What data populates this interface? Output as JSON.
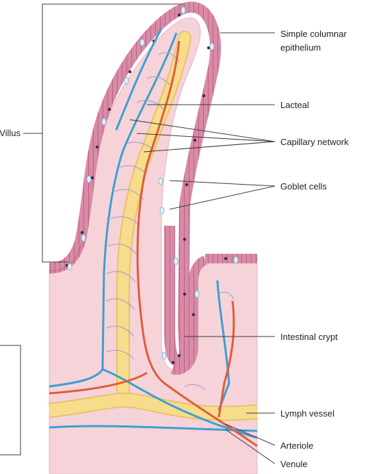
{
  "labels": {
    "villus": "Villus",
    "epithelium_line1": "Simple columnar",
    "epithelium_line2": "epithelium",
    "lacteal": "Lacteal",
    "capillary_network": "Capillary network",
    "goblet_cells": "Goblet cells",
    "intestinal_crypt": "Intestinal crypt",
    "lymph_vessel": "Lymph vessel",
    "arteriole": "Arteriole",
    "venule": "Venule"
  },
  "colors": {
    "epithelium": "#d98aa6",
    "lamina_propria": "#f6d3d9",
    "lacteal": "#f7dc8c",
    "capillary_blue": "#3d9ed0",
    "arteriole_red": "#e25a38",
    "nucleus": "#3b2a4a",
    "goblet": "#dff1fb"
  }
}
